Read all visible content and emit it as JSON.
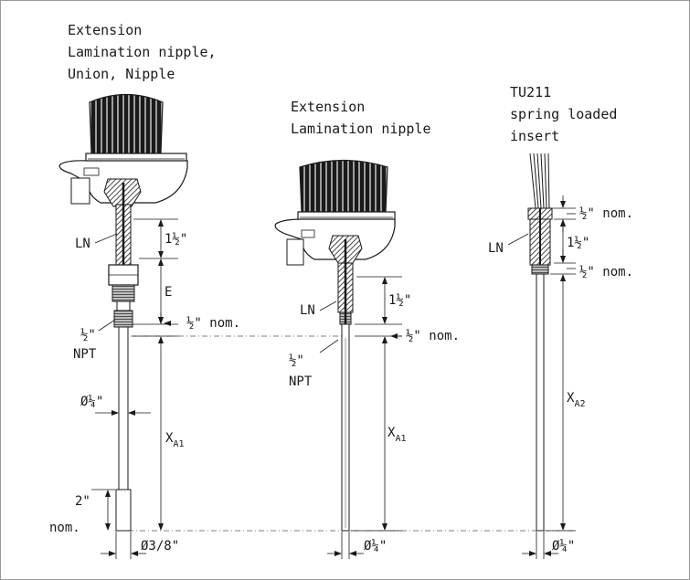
{
  "assemblies": {
    "left": {
      "caption": [
        "Extension",
        "Lamination nipple,",
        "Union, Nipple"
      ],
      "ln": "LN",
      "d_1_5": "1½\"",
      "e": "E",
      "half_nom": "½\" nom.",
      "npt": [
        "½\"",
        "NPT"
      ],
      "dia_top": "Ø¼\"",
      "xa_main": "X",
      "xa_sub": "A1",
      "tip_len": [
        "2\"",
        "nom."
      ],
      "dia_tip": "Ø3/8\""
    },
    "middle": {
      "caption": [
        "Extension",
        "Lamination nipple"
      ],
      "ln": "LN",
      "d_1_5": "1½\"",
      "half_nom": "½\" nom.",
      "npt": [
        "½\"",
        "NPT"
      ],
      "xa_main": "X",
      "xa_sub": "A1",
      "dia_tip": "Ø¼\""
    },
    "right": {
      "caption": [
        "TU211",
        "spring loaded",
        "insert"
      ],
      "half_nom_top": "½\" nom.",
      "ln": "LN",
      "d_1_5": "1½\"",
      "half_nom_bottom": "½\" nom.",
      "xa_main": "X",
      "xa_sub": "A2",
      "dia_tip": "Ø¼\""
    }
  }
}
